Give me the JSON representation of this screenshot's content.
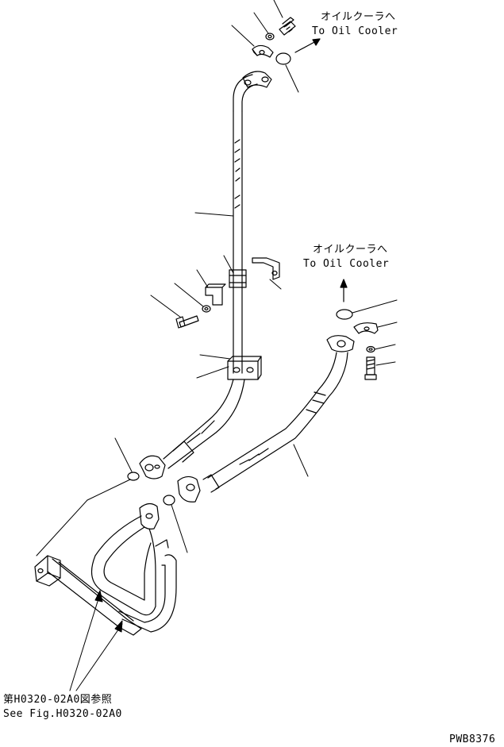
{
  "labels": {
    "oil_cooler_top_jp": "オイルクーラへ",
    "oil_cooler_top_en": "To Oil Cooler",
    "oil_cooler_mid_jp": "オイルクーラへ",
    "oil_cooler_mid_en": "To Oil Cooler",
    "see_fig_jp": "第H0320-02A0図参照",
    "see_fig_en": "See Fig.H0320-02A0",
    "drawing_no": "PWB8376"
  },
  "colors": {
    "line": "#000000",
    "background": "#ffffff"
  }
}
